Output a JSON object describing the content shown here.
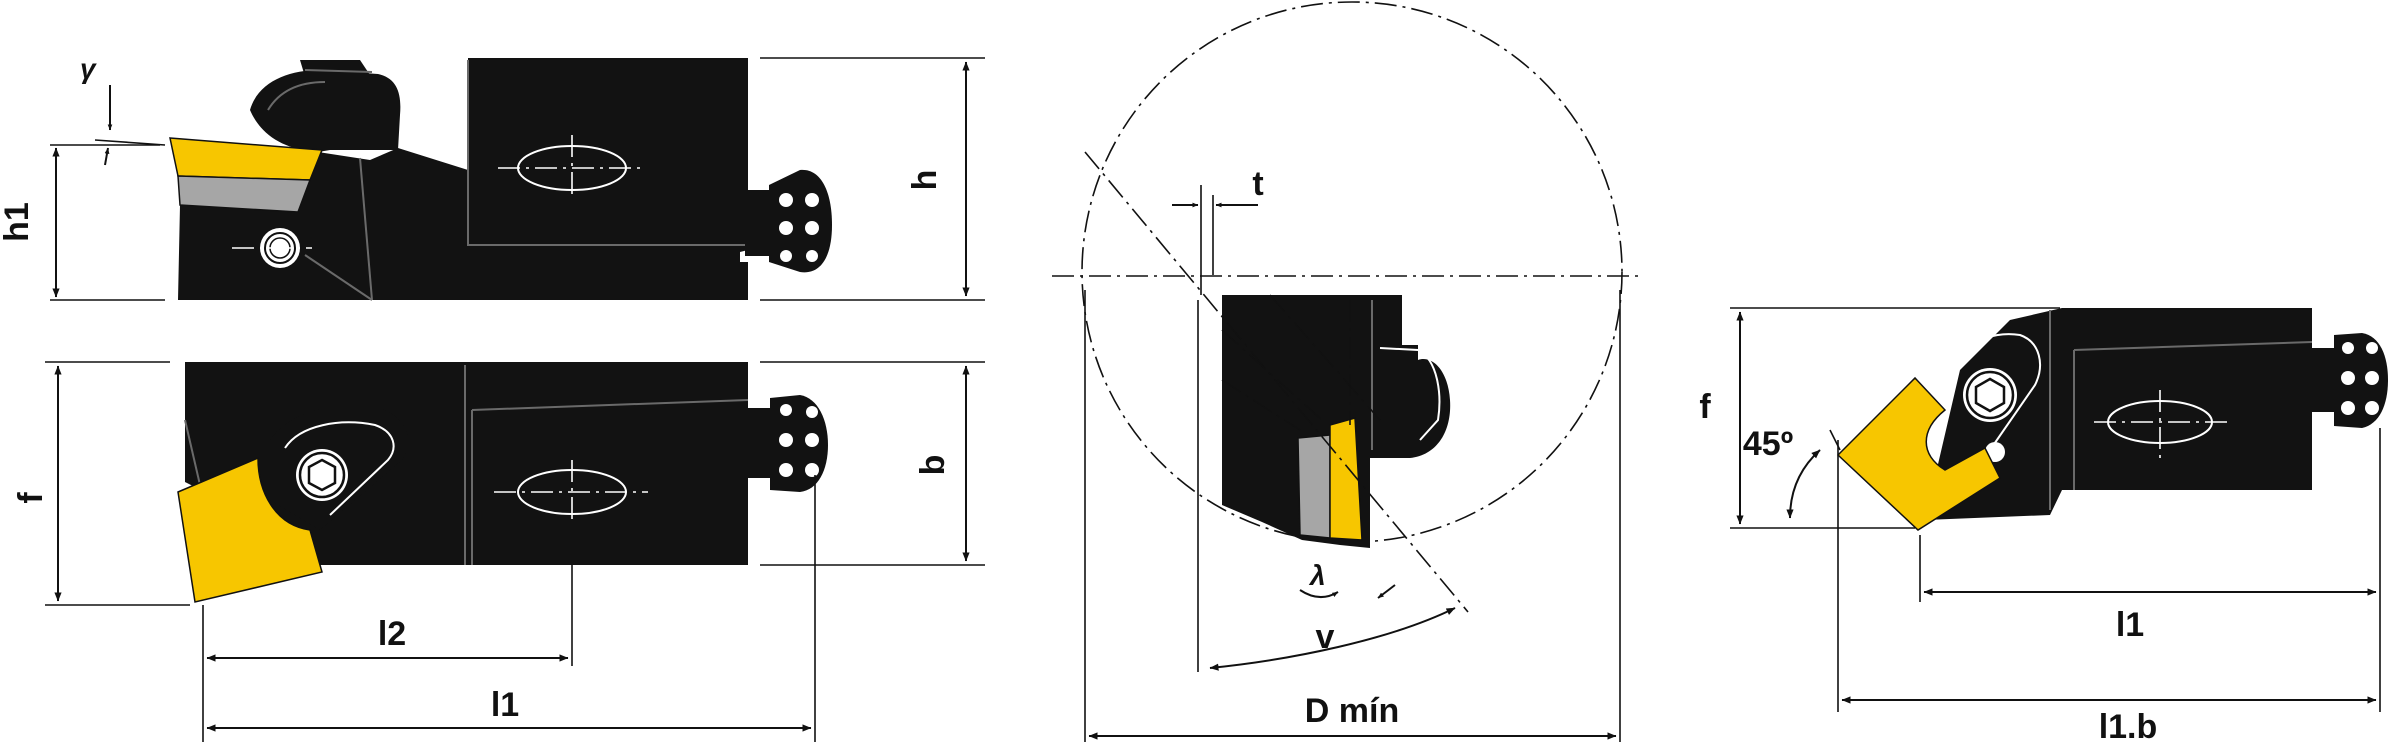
{
  "colors": {
    "insert": "#f7c600",
    "insert_shadow": "#a6a6a6",
    "body": "#121212",
    "line": "#111111"
  },
  "view_side": {
    "label_gamma": "γ",
    "label_h1": "h1",
    "label_h": "h"
  },
  "view_top": {
    "label_f": "f",
    "label_b": "b",
    "label_l2": "l2",
    "label_l1": "l1"
  },
  "view_bore": {
    "label_t": "t",
    "label_lambda": "λ",
    "label_v": "v",
    "label_dmin": "D mín"
  },
  "view_45": {
    "label_f": "f",
    "label_angle": "45º",
    "label_l1": "l1",
    "label_l1b": "l1.b"
  }
}
